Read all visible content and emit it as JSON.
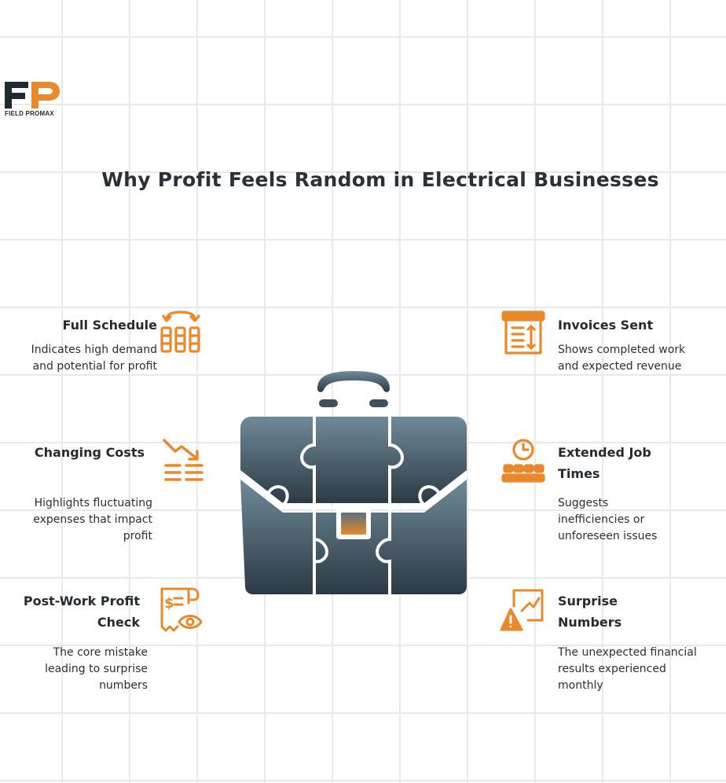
{
  "brand": {
    "name": "FIELD PROMAX",
    "mark": "FP",
    "accent": "#e8892b",
    "dark": "#1f2a30"
  },
  "title": "Why Profit Feels Random in Electrical Businesses",
  "items": [
    {
      "heading": "Full Schedule",
      "desc": "Indicates high demand and potential for profit",
      "icon": "calendar-grid-icon"
    },
    {
      "heading": "Changing Costs",
      "desc": "Highlights fluctuating expenses that impact profit",
      "icon": "cost-down-trend-icon"
    },
    {
      "heading": "Post-Work Profit Check",
      "desc": "The core mistake leading to surprise numbers",
      "icon": "receipt-eye-icon"
    },
    {
      "heading": "Invoices Sent",
      "desc": "Shows completed work and expected revenue",
      "icon": "invoice-icon"
    },
    {
      "heading": "Extended Job Times",
      "desc": "Suggests inefficiencies or unforeseen issues",
      "icon": "clock-queue-icon"
    },
    {
      "heading": "Surprise Numbers",
      "desc": "The unexpected financial results experienced monthly",
      "icon": "warning-chart-icon"
    }
  ],
  "center_icon": "puzzle-briefcase-icon",
  "colors": {
    "icon": "#e8892b",
    "bag_top": "#6f8a99",
    "bag_bottom": "#2c3a44"
  }
}
